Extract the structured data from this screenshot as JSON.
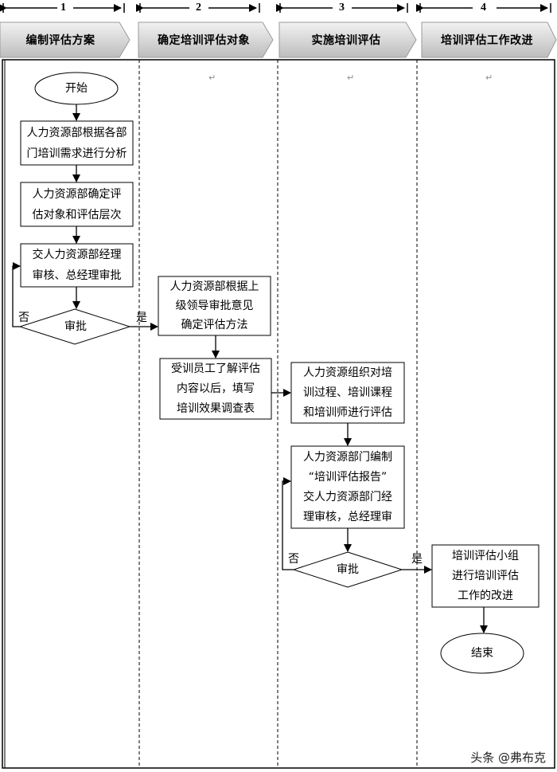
{
  "columns": [
    {
      "number": "1",
      "title": "编制评估方案"
    },
    {
      "number": "2",
      "title": "确定培训评估对象"
    },
    {
      "number": "3",
      "title": "实施培训评估"
    },
    {
      "number": "4",
      "title": "培训评估工作改进"
    }
  ],
  "nodes": {
    "start": "开始",
    "analyze": "人力资源部根据各部\n门培训需求进行分析",
    "determine": "人力资源部确定评\n估对象和评估层次",
    "submit": "交人力资源部经理\n审核、总经理审批",
    "approve1": "审批",
    "method": "人力资源部根据上\n级领导审批意见\n确定评估方法",
    "survey": "受训员工了解评估\n内容以后，填写\n培训效果调查表",
    "organize": "人力资源组织对培\n训过程、培训课程\n和培训师进行评估",
    "report": "人力资源部门编制\n“培训评估报告”\n交人力资源部门经\n理审核，总经理审",
    "approve2": "审批",
    "improve": "培训评估小组\n进行培训评估\n工作的改进",
    "end": "结束"
  },
  "labels": {
    "yes1": "是",
    "no1": "否",
    "yes2": "是",
    "no2": "否"
  },
  "watermark": "头条 @弗布克"
}
